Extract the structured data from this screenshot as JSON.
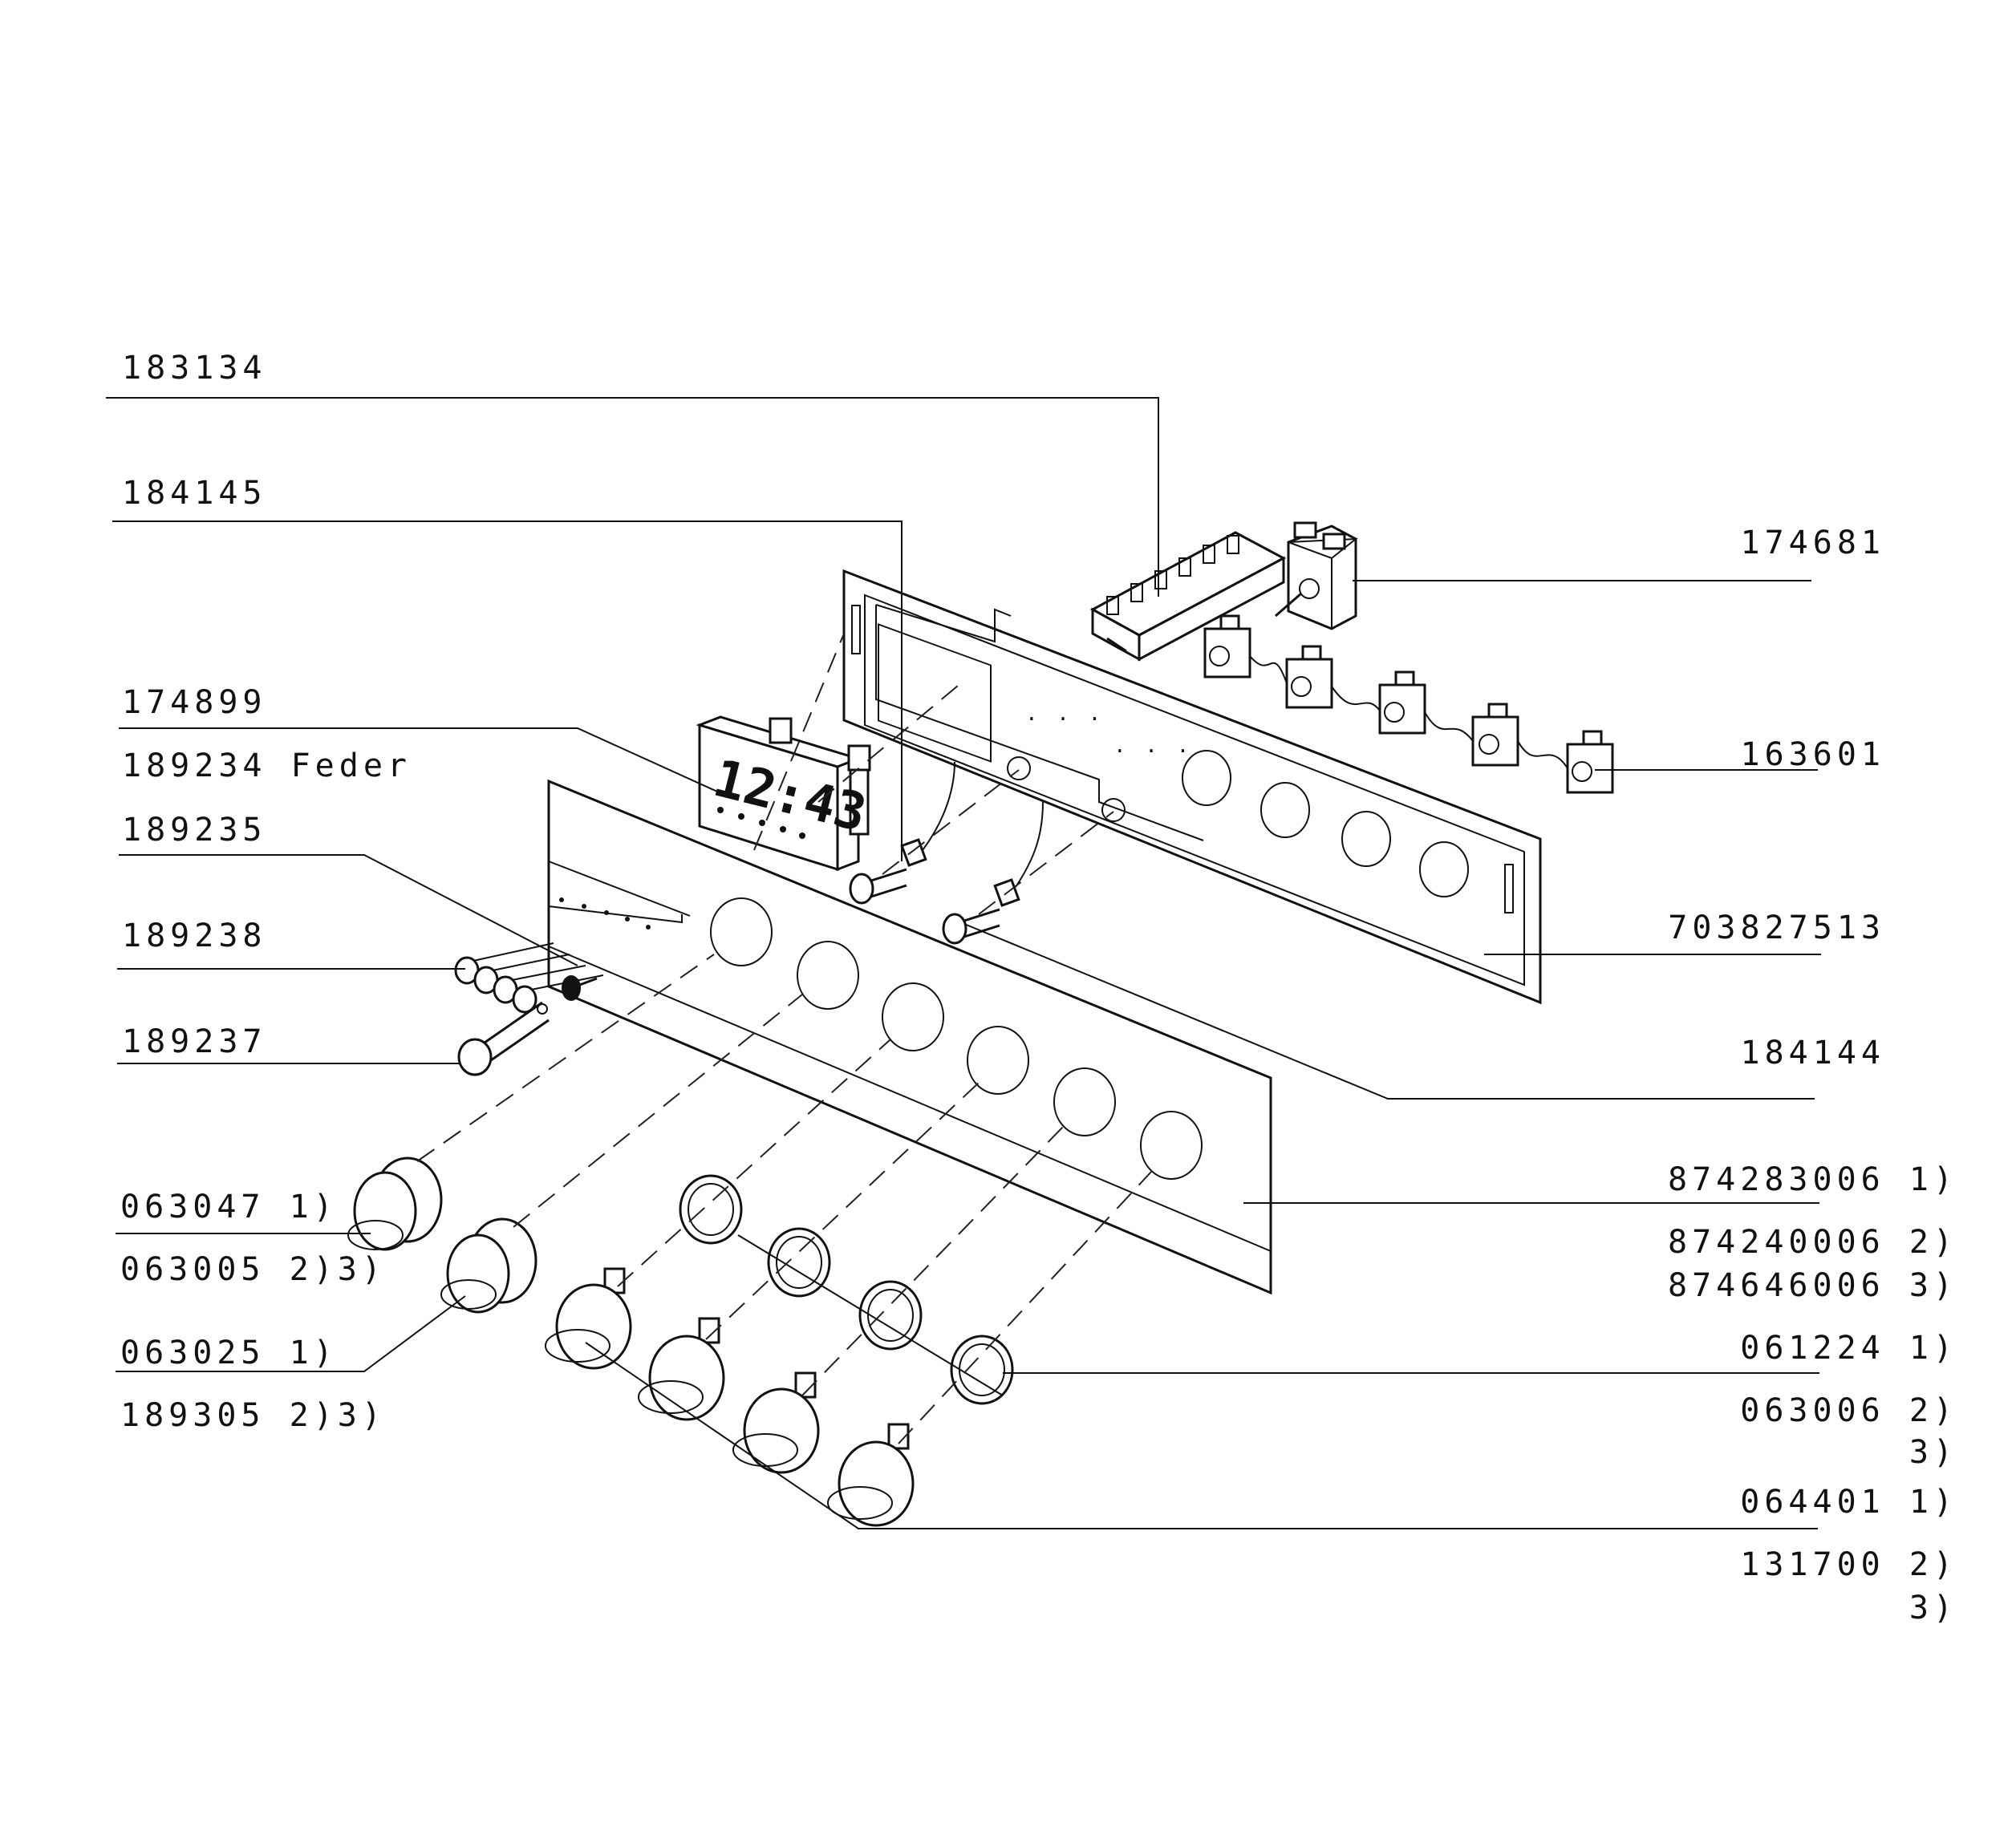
{
  "labels_left": [
    {
      "id": "183134",
      "text": "183134"
    },
    {
      "id": "184145",
      "text": "184145"
    },
    {
      "id": "174899",
      "text": "174899"
    },
    {
      "id": "189234",
      "text": "189234 Feder"
    },
    {
      "id": "189235",
      "text": "189235"
    },
    {
      "id": "189238",
      "text": "189238"
    },
    {
      "id": "189237",
      "text": "189237"
    },
    {
      "id": "063047",
      "text": "063047 1)"
    },
    {
      "id": "063005",
      "text": "063005 2)3)"
    },
    {
      "id": "063025",
      "text": "063025 1)"
    },
    {
      "id": "189305",
      "text": "189305 2)3)"
    }
  ],
  "labels_right": [
    {
      "id": "174681",
      "text": "174681"
    },
    {
      "id": "163601",
      "text": "163601"
    },
    {
      "id": "703827513",
      "text": "703827513"
    },
    {
      "id": "184144",
      "text": "184144"
    },
    {
      "id": "874283006",
      "text": "874283006 1)"
    },
    {
      "id": "874240006",
      "text": "874240006 2)"
    },
    {
      "id": "874646006",
      "text": "874646006 3)"
    },
    {
      "id": "061224",
      "text": "061224 1)"
    },
    {
      "id": "063006",
      "text": "063006 2)"
    },
    {
      "id": "063006b",
      "text": "3)"
    },
    {
      "id": "064401",
      "text": "064401 1)"
    },
    {
      "id": "131700",
      "text": "131700 2)"
    },
    {
      "id": "131700b",
      "text": "3)"
    }
  ],
  "clock_display": "12:43"
}
